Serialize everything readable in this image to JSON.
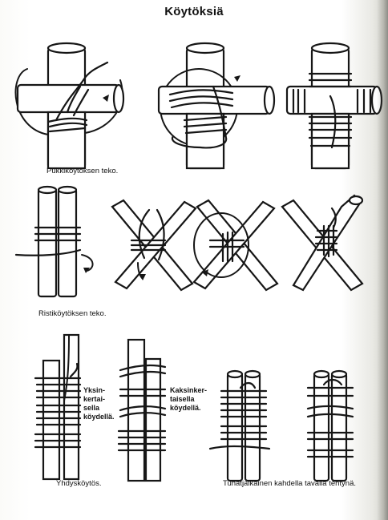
{
  "title": "Köytöksiä",
  "captions": {
    "pukki": "Pukkiköytöksen teko.",
    "risti": "Ristiköytöksen teko.",
    "yhdys": "Yhdysköytös.",
    "tuhat": "Tuhatjalkainen kahdella tavalla tehtynä."
  },
  "notes": {
    "single": [
      "Yksin-",
      "kertai-",
      "sella",
      "köydellä."
    ],
    "double": [
      "Kaksinker-",
      "taisella",
      "köydellä."
    ]
  },
  "icons": [
    "shear-lashing-step-1",
    "shear-lashing-step-2",
    "shear-lashing-step-3",
    "cross-lashing-step-1",
    "cross-lashing-step-2",
    "cross-lashing-step-3",
    "cross-lashing-step-4",
    "splice-lashing-single",
    "splice-lashing-double",
    "tripod-lashing-a",
    "tripod-lashing-b"
  ]
}
